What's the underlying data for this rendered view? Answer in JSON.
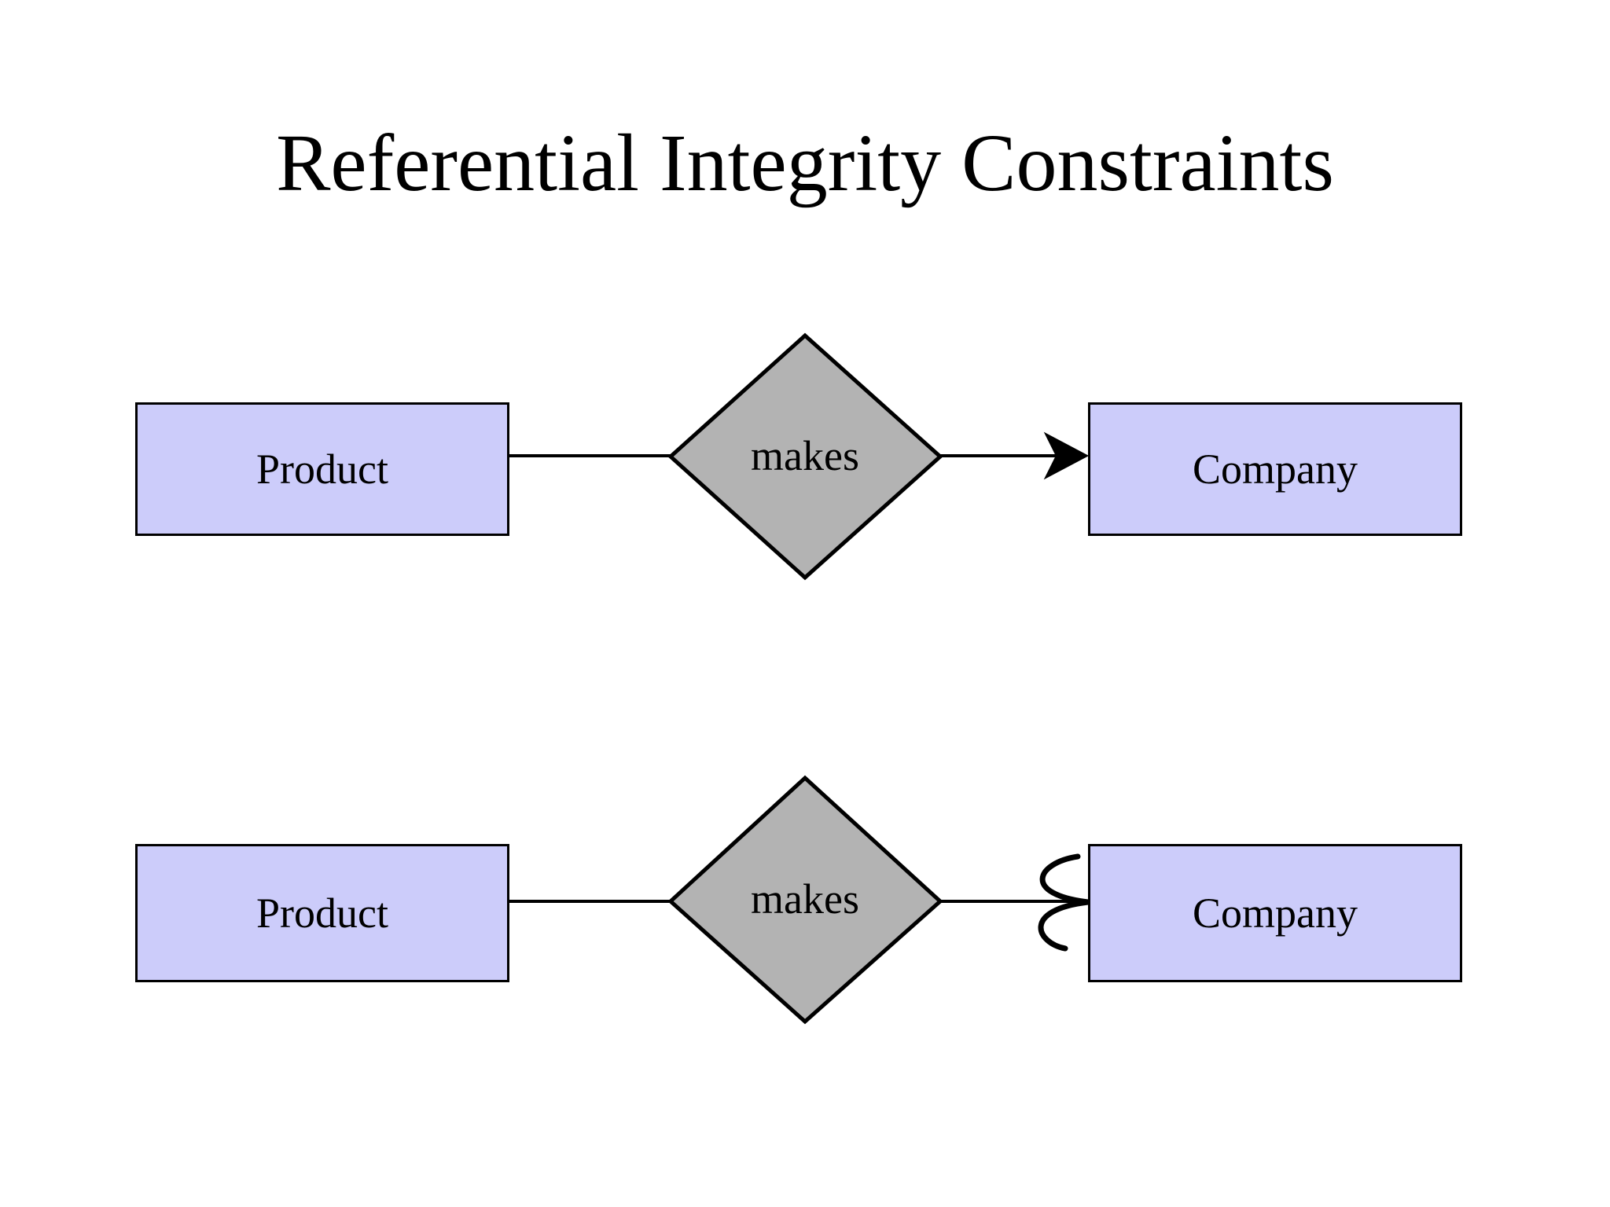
{
  "slide": {
    "title": "Referential Integrity Constraints",
    "background_color": "#ffffff"
  },
  "colors": {
    "entity_fill": "#ccccfa",
    "relationship_fill": "#b3b3b3",
    "stroke": "#000000",
    "text": "#000000"
  },
  "diagrams": [
    {
      "id": "row-1",
      "notation": "arrow",
      "notation_description": "solid arrowhead pointing at Company (at most one)",
      "left_entity": {
        "label": "Product"
      },
      "relationship": {
        "label": "makes",
        "shape": "diamond"
      },
      "right_entity": {
        "label": "Company"
      }
    },
    {
      "id": "row-2",
      "notation": "rounded-arrow",
      "notation_description": "open arc / rounded arrow at Company (exactly one, referential integrity)",
      "left_entity": {
        "label": "Product"
      },
      "relationship": {
        "label": "makes",
        "shape": "diamond"
      },
      "right_entity": {
        "label": "Company"
      }
    }
  ]
}
